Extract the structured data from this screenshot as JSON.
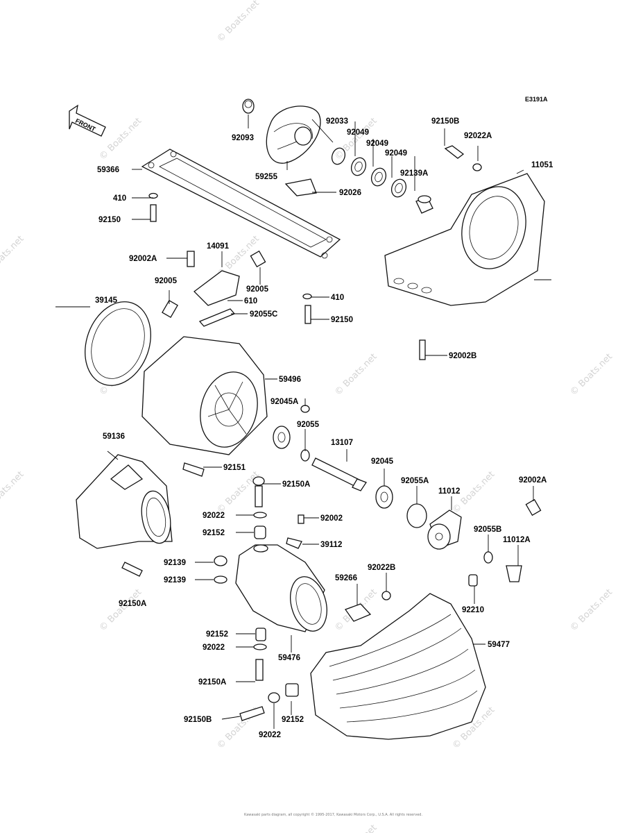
{
  "diagram_code": "E3191A",
  "front_label": "FRONT",
  "watermark": "© Boats.net",
  "footer": "Kawasaki parts diagram, all copyright © 1995-2017, Kawasaki Motors Corp., U.S.A. All rights reserved.",
  "parts": [
    {
      "id": "p92093",
      "text": "92093"
    },
    {
      "id": "p92033",
      "text": "92033"
    },
    {
      "id": "p92049a",
      "text": "92049"
    },
    {
      "id": "p92049b",
      "text": "92049"
    },
    {
      "id": "p92049c",
      "text": "92049"
    },
    {
      "id": "p92150b_top",
      "text": "92150B"
    },
    {
      "id": "p92022a",
      "text": "92022A"
    },
    {
      "id": "p11051",
      "text": "11051"
    },
    {
      "id": "p59366",
      "text": "59366"
    },
    {
      "id": "p59255",
      "text": "59255"
    },
    {
      "id": "p92139a",
      "text": "92139A"
    },
    {
      "id": "p92026",
      "text": "92026"
    },
    {
      "id": "p410a",
      "text": "410"
    },
    {
      "id": "p92150_top",
      "text": "92150"
    },
    {
      "id": "p14091",
      "text": "14091"
    },
    {
      "id": "p92002a_left",
      "text": "92002A"
    },
    {
      "id": "p39145",
      "text": "39145"
    },
    {
      "id": "p92005a",
      "text": "92005"
    },
    {
      "id": "p92005b",
      "text": "92005"
    },
    {
      "id": "p610",
      "text": "610"
    },
    {
      "id": "p410b",
      "text": "410"
    },
    {
      "id": "p92055c",
      "text": "92055C"
    },
    {
      "id": "p92150_mid",
      "text": "92150"
    },
    {
      "id": "p92002b",
      "text": "92002B"
    },
    {
      "id": "p59496",
      "text": "59496"
    },
    {
      "id": "p92045a",
      "text": "92045A"
    },
    {
      "id": "p92055",
      "text": "92055"
    },
    {
      "id": "p59136",
      "text": "59136"
    },
    {
      "id": "p13107",
      "text": "13107"
    },
    {
      "id": "p92045",
      "text": "92045"
    },
    {
      "id": "p92151",
      "text": "92151"
    },
    {
      "id": "p92150a_a",
      "text": "92150A"
    },
    {
      "id": "p92055a",
      "text": "92055A"
    },
    {
      "id": "p11012",
      "text": "11012"
    },
    {
      "id": "p92002a_right",
      "text": "92002A"
    },
    {
      "id": "p92022_a",
      "text": "92022"
    },
    {
      "id": "p92002",
      "text": "92002"
    },
    {
      "id": "p92152_a",
      "text": "92152"
    },
    {
      "id": "p39112",
      "text": "39112"
    },
    {
      "id": "p92055b",
      "text": "92055B"
    },
    {
      "id": "p11012a",
      "text": "11012A"
    },
    {
      "id": "p92139_a",
      "text": "92139"
    },
    {
      "id": "p92139_b",
      "text": "92139"
    },
    {
      "id": "p92022b",
      "text": "92022B"
    },
    {
      "id": "p59266",
      "text": "59266"
    },
    {
      "id": "p92210",
      "text": "92210"
    },
    {
      "id": "p92150a_b",
      "text": "92150A"
    },
    {
      "id": "p92152_b",
      "text": "92152"
    },
    {
      "id": "p92022_b",
      "text": "92022"
    },
    {
      "id": "p59476",
      "text": "59476"
    },
    {
      "id": "p59477",
      "text": "59477"
    },
    {
      "id": "p92150a_c",
      "text": "92150A"
    },
    {
      "id": "p92150b_bot",
      "text": "92150B"
    },
    {
      "id": "p92152_c",
      "text": "92152"
    },
    {
      "id": "p92022_c",
      "text": "92022"
    }
  ]
}
